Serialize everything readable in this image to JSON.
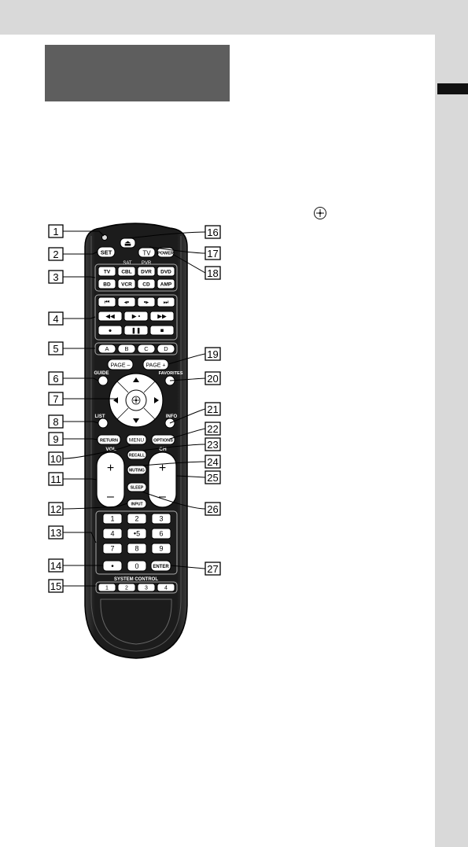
{
  "left_callouts": [
    {
      "n": "1",
      "target": "led-indicator"
    },
    {
      "n": "2",
      "target": "set-button"
    },
    {
      "n": "3",
      "target": "device-buttons"
    },
    {
      "n": "4",
      "target": "playback-buttons"
    },
    {
      "n": "5",
      "target": "abcd-buttons"
    },
    {
      "n": "6",
      "target": "guide-button"
    },
    {
      "n": "7",
      "target": "navigation-pad"
    },
    {
      "n": "8",
      "target": "list-button"
    },
    {
      "n": "9",
      "target": "return-button"
    },
    {
      "n": "10",
      "target": "menu-button"
    },
    {
      "n": "11",
      "target": "volume-rocker"
    },
    {
      "n": "12",
      "target": "input-button"
    },
    {
      "n": "13",
      "target": "number-keypad"
    },
    {
      "n": "14",
      "target": "dot-button"
    },
    {
      "n": "15",
      "target": "system-control-buttons"
    }
  ],
  "right_callouts": [
    {
      "n": "16",
      "target": "eject-button"
    },
    {
      "n": "17",
      "target": "tv-button"
    },
    {
      "n": "18",
      "target": "power-button"
    },
    {
      "n": "19",
      "target": "page-up-button"
    },
    {
      "n": "20",
      "target": "favorites-button"
    },
    {
      "n": "21",
      "target": "info-button"
    },
    {
      "n": "22",
      "target": "options-button"
    },
    {
      "n": "23",
      "target": "recall-button"
    },
    {
      "n": "24",
      "target": "muting-button"
    },
    {
      "n": "25",
      "target": "channel-rocker"
    },
    {
      "n": "26",
      "target": "sleep-button"
    },
    {
      "n": "27",
      "target": "enter-button"
    }
  ],
  "remote": {
    "set": "SET",
    "eject": "⏏",
    "tv": "TV",
    "power": "POWER",
    "sat": "SAT",
    "pvr": "PVR",
    "devices": [
      "TV",
      "CBL",
      "DVR",
      "DVD",
      "BD",
      "VCR",
      "CD",
      "AMP"
    ],
    "transport": [
      "⏮",
      "◂•",
      "•▸",
      "⏭",
      "◀◀",
      "▶ •",
      "▶▶",
      "●",
      "❚❚",
      "■"
    ],
    "abcd": [
      "A",
      "B",
      "C",
      "D"
    ],
    "page_minus": "PAGE –",
    "page_plus": "PAGE +",
    "guide": "GUIDE",
    "favorites": "FAVORITES",
    "list": "LIST",
    "info": "INFO",
    "return": "RETURN",
    "menu": "MENU",
    "options": "OPTIONS",
    "recall": "RECALL",
    "vol": "VOL",
    "ch": "CH",
    "plus": "+",
    "minus": "–",
    "muting": "MUTING",
    "sleep": "SLEEP",
    "input": "INPUT",
    "keypad": [
      "1",
      "2",
      "3",
      "4",
      "•5",
      "6",
      "7",
      "8",
      "9"
    ],
    "dot": "•",
    "zero": "0",
    "enter": "ENTER",
    "system_control": "SYSTEM CONTROL",
    "system_buttons": [
      "1",
      "2",
      "3",
      "4"
    ]
  }
}
